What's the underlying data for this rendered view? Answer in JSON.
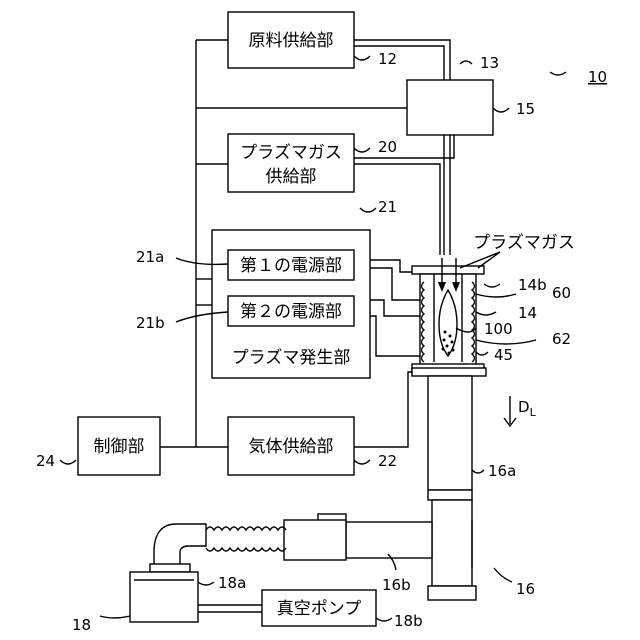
{
  "boxes": {
    "raw_material": "原料供給部",
    "plasma_gas_line1": "プラズマガス",
    "plasma_gas_line2": "供給部",
    "power_1": "第１の電源部",
    "power_2": "第２の電源部",
    "plasma_generator": "プラズマ発生部",
    "control": "制御部",
    "gas_supply": "気体供給部",
    "vacuum_pump": "真空ポンプ"
  },
  "annotations": {
    "plasma_gas_label": "プラズマガス",
    "flow_direction": "D",
    "flow_direction_sub": "L"
  },
  "refs": {
    "r10": "10",
    "r12": "12",
    "r13": "13",
    "r14": "14",
    "r14b": "14b",
    "r15": "15",
    "r16": "16",
    "r16a": "16a",
    "r16b": "16b",
    "r18": "18",
    "r18a": "18a",
    "r18b": "18b",
    "r20": "20",
    "r21": "21",
    "r21a": "21a",
    "r21b": "21b",
    "r22": "22",
    "r24": "24",
    "r45": "45",
    "r60": "60",
    "r62": "62",
    "r100": "100"
  }
}
